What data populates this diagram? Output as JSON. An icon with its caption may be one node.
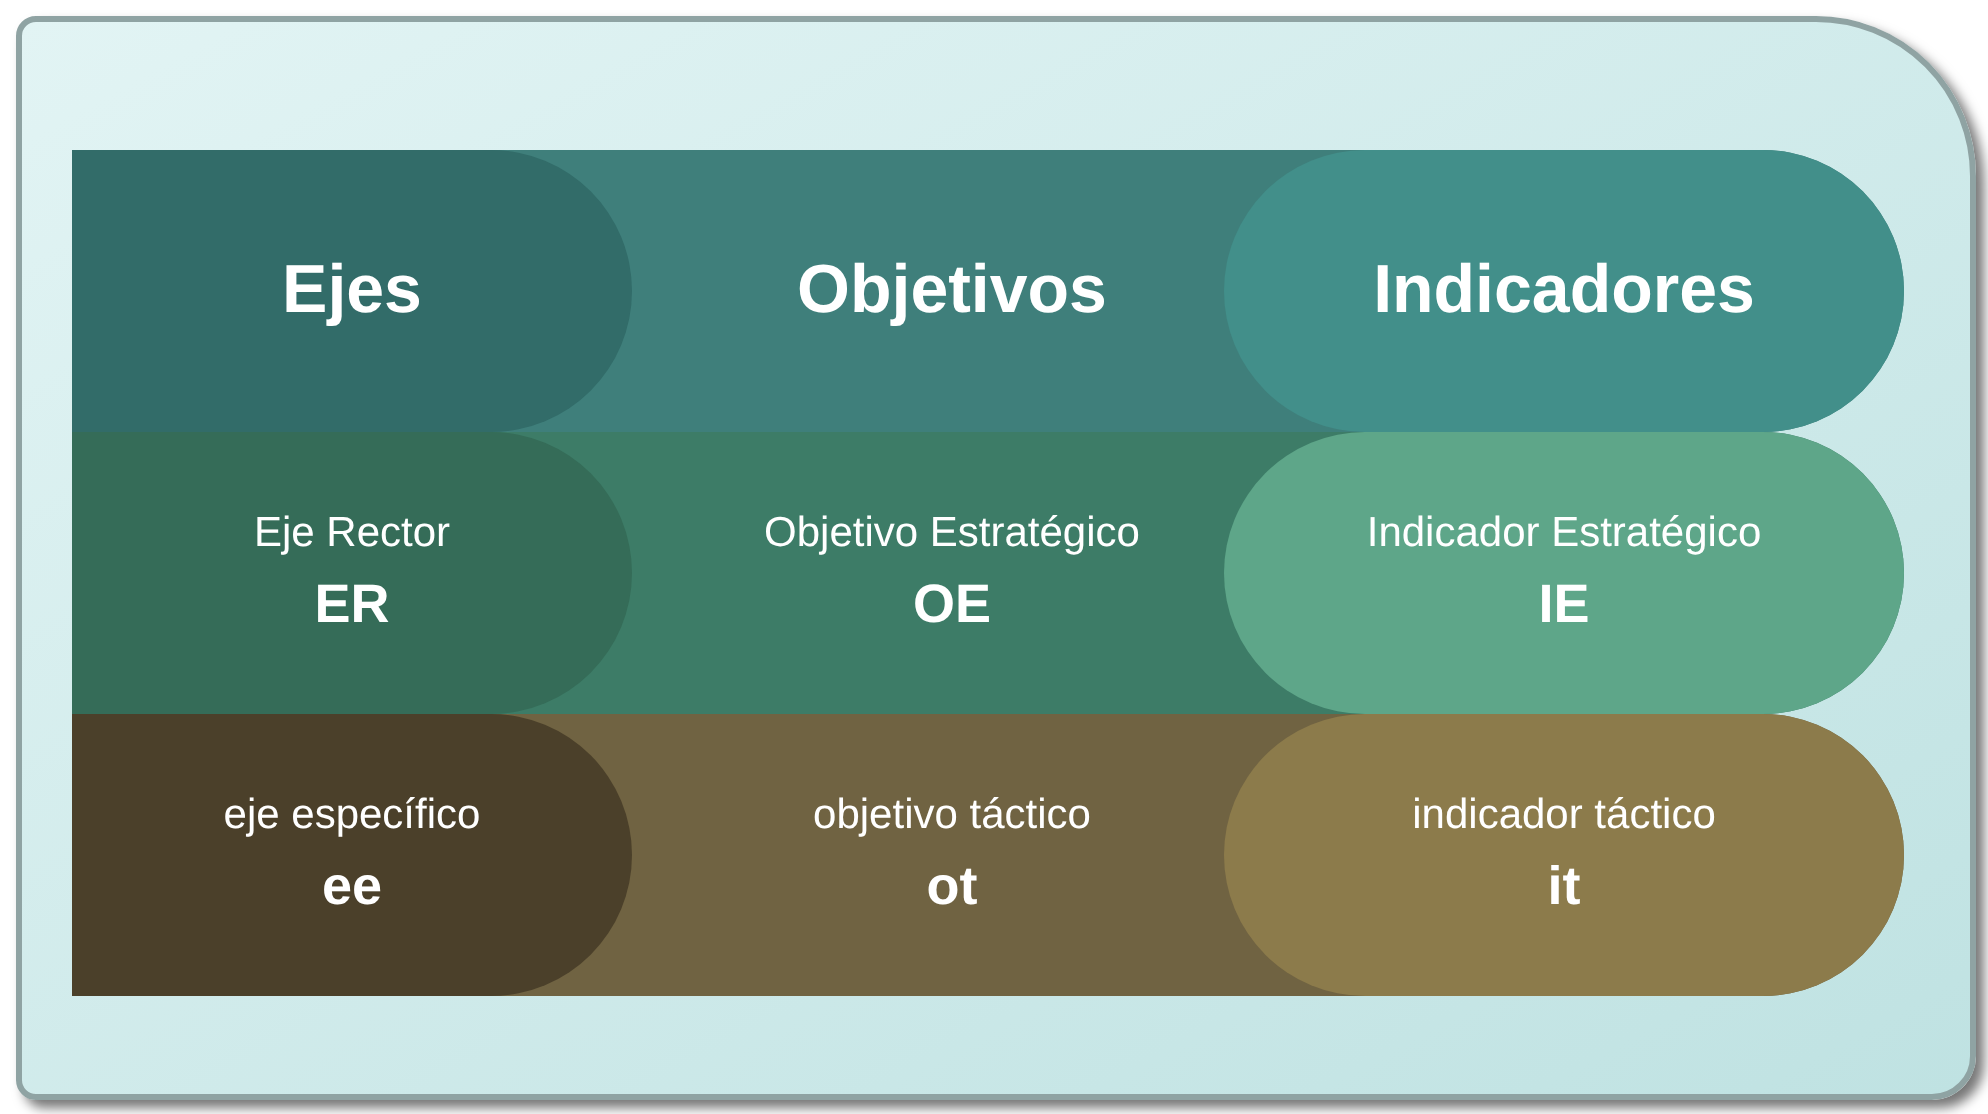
{
  "diagram": {
    "nodes": [
      {
        "text": [
          "Ejes"
        ]
      },
      {
        "text": [
          "Objetivos"
        ]
      },
      {
        "text": [
          "Indicadores"
        ]
      },
      {
        "text": [
          "Eje Rector",
          "ER"
        ]
      },
      {
        "text": [
          "Objetivo Estratégico",
          "OE"
        ]
      },
      {
        "text": [
          "Indicador Estratégico",
          "IE"
        ]
      },
      {
        "text": [
          "eje específico",
          "ee"
        ]
      },
      {
        "text": [
          "objetivo táctico",
          "ot"
        ]
      },
      {
        "text": [
          "indicador táctico",
          "it"
        ]
      }
    ]
  }
}
